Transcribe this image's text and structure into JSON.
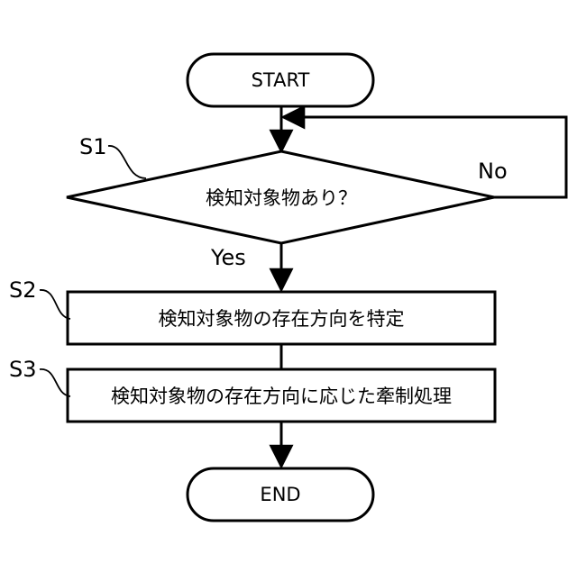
{
  "flowchart": {
    "start_label": "START",
    "end_label": "END",
    "steps": [
      {
        "id": "S1",
        "text": "検知対象物あり？"
      },
      {
        "id": "S2",
        "text": "検知対象物の存在方向を特定"
      },
      {
        "id": "S3",
        "text": "検知対象物の存在方向に応じた牽制処理"
      }
    ],
    "branch_yes": "Yes",
    "branch_no": "No"
  },
  "colors": {
    "stroke": "#000000",
    "background": "#ffffff"
  }
}
